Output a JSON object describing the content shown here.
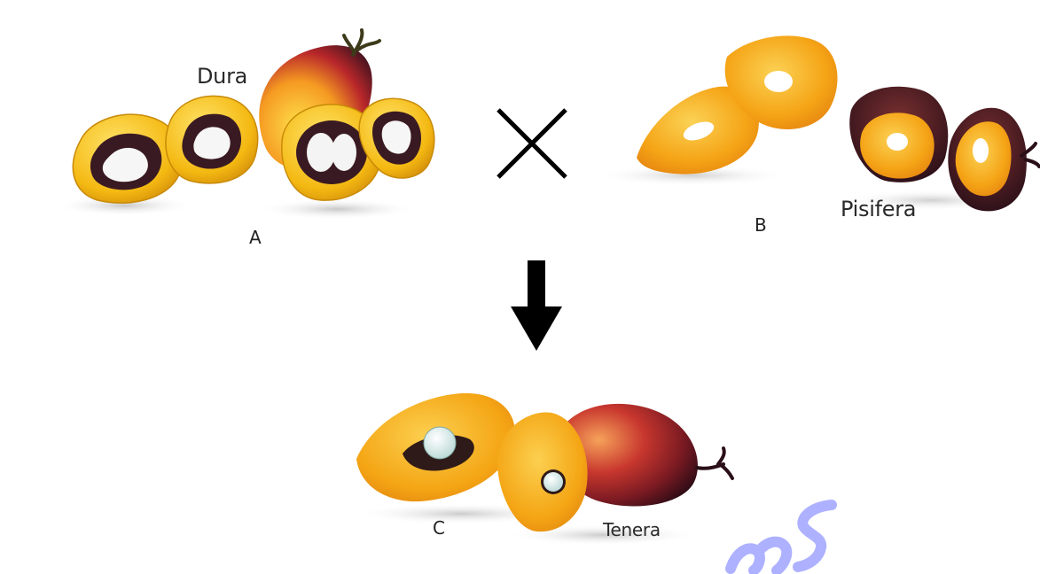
{
  "panels": {
    "a": {
      "letter": "A",
      "name": "Dura"
    },
    "b": {
      "letter": "B",
      "name": "Pisifera"
    },
    "c": {
      "letter": "C",
      "name": "Tenera"
    }
  },
  "icons": {
    "cross": "multiplication-sign-icon",
    "arrow": "down-arrow-icon",
    "watermark": "watermark-logo"
  },
  "colors": {
    "fruit_yellow": "#f2b70f",
    "fruit_orange": "#f08c1a",
    "shell_dark": "#3a1a22",
    "fruit_red": "#8e1e24",
    "kernel_white": "#f2f6f4",
    "watermark": "#6b73ff"
  }
}
